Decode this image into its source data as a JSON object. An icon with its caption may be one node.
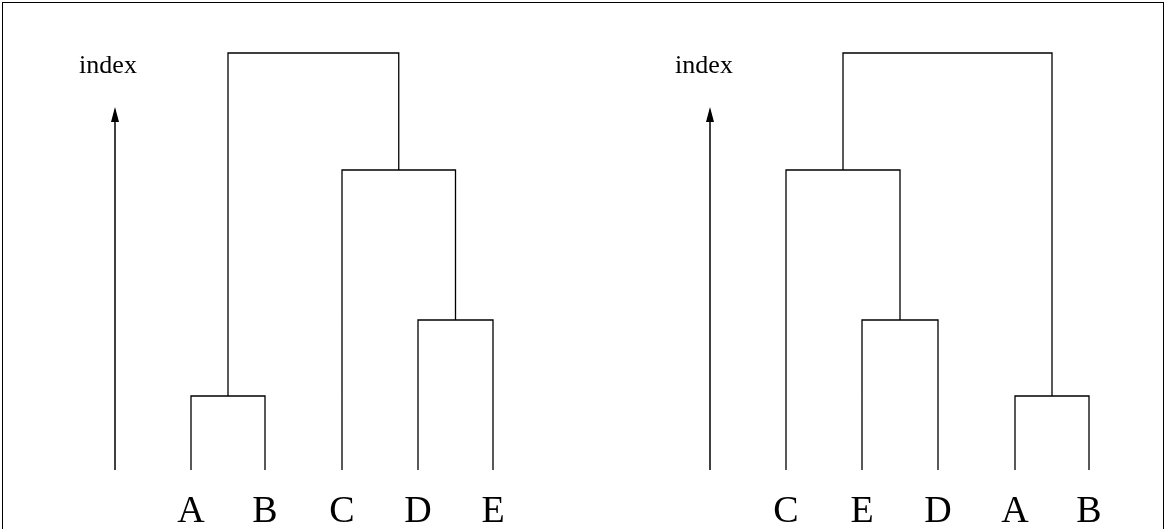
{
  "diagram": {
    "labels": [
      "index",
      "A",
      "B",
      "C",
      "D",
      "E",
      "index",
      "C",
      "E",
      "D",
      "A",
      "B"
    ]
  }
}
